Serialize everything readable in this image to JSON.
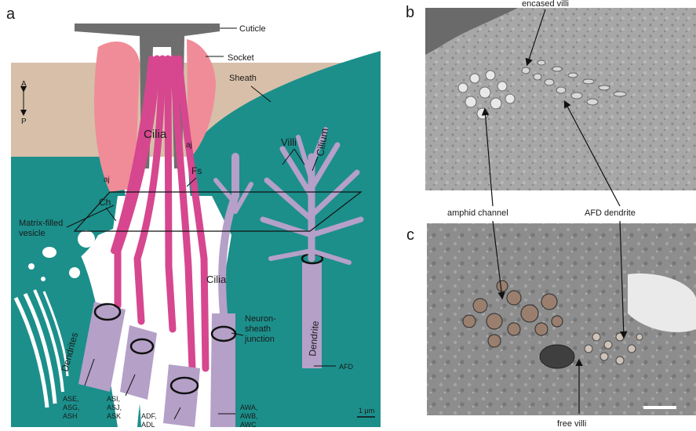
{
  "colors": {
    "teal": "#1c8f8b",
    "sheath_light": "#d7bfa9",
    "socket_pink": "#f08c98",
    "cilia_magenta": "#d6478f",
    "villi_lavender": "#b5a0c8",
    "cuticle_gray": "#6e6e6e",
    "em_gray": "#9c9c9c"
  },
  "panel_a": {
    "letter": "a",
    "axis": {
      "anterior": "A",
      "posterior": "P"
    },
    "labels": {
      "cuticle": "Cuticle",
      "socket": "Socket",
      "sheath": "Sheath",
      "cilia_top": "Cilia",
      "villi": "Villi",
      "cilium": "Cilium",
      "aj_left": "aj",
      "aj_right": "aj",
      "fs": "Fs",
      "ch": "Ch",
      "matrix_vesicle_line1": "Matrix-filled",
      "matrix_vesicle_line2": "vesicle",
      "cilia_mid": "Cilia",
      "neuron_sheath_line1": "Neuron-",
      "neuron_sheath_line2": "sheath",
      "neuron_sheath_line3": "junction",
      "dendrites": "Dendrites",
      "dendrite": "Dendrite",
      "afd": "AFD",
      "scale": "1 μm"
    },
    "neuron_groups": [
      {
        "lines": [
          "ASE,",
          "ASG,",
          "ASH"
        ]
      },
      {
        "lines": [
          "ASI,",
          "ASJ,",
          "ASK"
        ]
      },
      {
        "lines": [
          "ADF,",
          "ADL"
        ]
      },
      {
        "lines": [
          "AWA,",
          "AWB,",
          "AWC"
        ]
      }
    ]
  },
  "panel_b": {
    "letter": "b",
    "label_encased_villi": "encased villi"
  },
  "panel_c": {
    "letter": "c",
    "label_free_villi": "free villi"
  },
  "shared_labels": {
    "amphid_channel": "amphid channel",
    "afd_dendrite": "AFD dendrite"
  }
}
